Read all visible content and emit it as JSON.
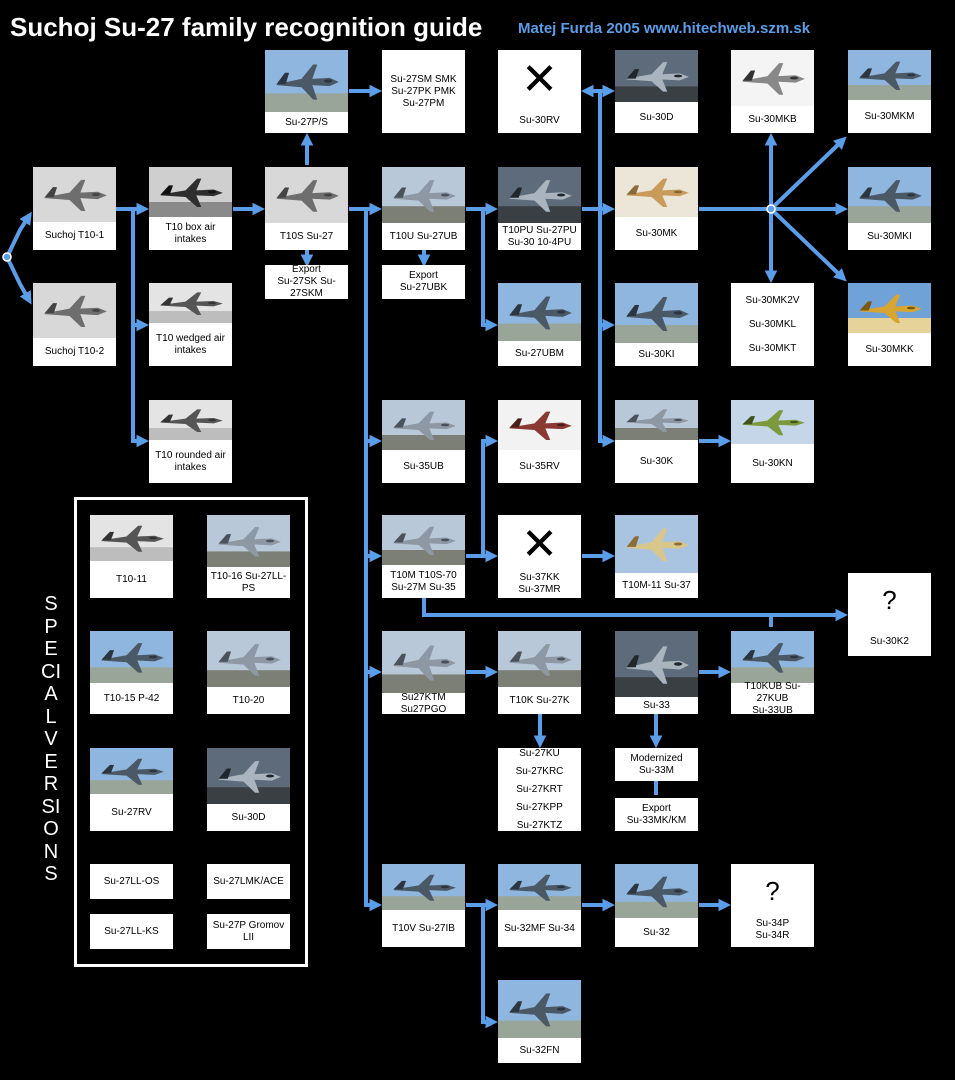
{
  "title": "Suchoj Su-27 family recognition guide",
  "author": "Matej Furda 2005  www.hitechweb.szm.sk",
  "accent_color": "#5a9de8",
  "special_label": "SPECIAL VERSIONS",
  "nodes": {
    "t10_1": "Suchoj T10-1",
    "t10_2": "Suchoj T10-2",
    "t10_box": "T10 box air intakes",
    "t10_wedged": "T10 wedged air intakes",
    "t10_rounded": "T10 rounded air intakes",
    "su27ps": "Su-27P/S",
    "su27sm": "Su-27SM SMK\nSu-27PK  PMK\nSu-27PM",
    "su30rv": "Su-30RV",
    "su30d": "Su-30D",
    "su30mkb": "Su-30MKB",
    "su30mkm": "Su-30MKM",
    "t10s": "T10S  Su-27",
    "t10s_export": "Export\nSu-27SK Su-27SKM",
    "t10u": "T10U  Su-27UB",
    "t10u_export": "Export\nSu-27UBK",
    "t10pu": "T10PU    Su-27PU\nSu-30     10-4PU",
    "su30mk": "Su-30MK",
    "su30mki": "Su-30MKI",
    "su27ubm": "Su-27UBM",
    "su30ki": "Su-30KI",
    "su30mk2v": "Su-30MK2V\n\nSu-30MKL\n\nSu-30MKT",
    "su30mkk": "Su-30MKK",
    "su35ub": "Su-35UB",
    "su35rv": "Su-35RV",
    "su30k": "Su-30K",
    "su30kn": "Su-30KN",
    "t10m": "T10M      T10S-70\nSu-27M      Su-35",
    "su37kk": "Su-37KK\nSu-37MR",
    "t10m11": "T10M-11     Su-37",
    "su30k2": "Su-30K2",
    "su27ktm": "Su27KTM  Su27PGO",
    "t10k": "T10K     Su-27K",
    "su33": "Su-33",
    "t10kub": "T10KUB  Su-27KUB\nSu-33UB",
    "su27ku": "Su-27KU\n\nSu-27KRC\n\nSu-27KRT\n\nSu-27KPP\n\nSu-27KTZ",
    "su33m": "Modernized\nSu-33M",
    "su33mk": "Export\nSu-33MK/KM",
    "t10v": "T10V     Su-27IB",
    "su32mf": "Su-32MF Su-34",
    "su32": "Su-32",
    "su34p": "Su-34P\nSu-34R",
    "su32fn": "Su-32FN"
  },
  "special": {
    "t10_11": "T10-11",
    "t10_16": "T10-16 Su-27LL-PS",
    "t10_15": "T10-15     P-42",
    "t10_20": "T10-20",
    "su27rv": "Su-27RV",
    "su30d": "Su-30D",
    "su27ll_os": "Su-27LL-OS",
    "su27lmk": "Su-27LMK/ACE",
    "su27ll_ks": "Su-27LL-KS",
    "su27p_gromov": "Su-27P Gromov LII"
  },
  "unknown_mark": "?",
  "cancelled_mark": "✕"
}
